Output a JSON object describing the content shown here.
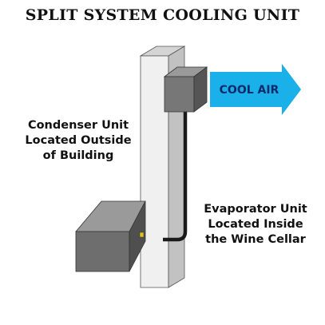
{
  "title": "SPLIT SYSTEM COOLING UNIT",
  "arrow": {
    "label": "COOL AIR",
    "color": "#1ab0ea"
  },
  "condenser_label": {
    "line1": "Condenser Unit",
    "line2": "Located Outside",
    "line3": "of Building"
  },
  "evaporator_label": {
    "line1": "Evaporator Unit",
    "line2": "Located Inside",
    "line3": "the Wine Cellar"
  },
  "colors": {
    "wall": "#e9e9e9",
    "unit": "#707070",
    "line": "#1a1a1a",
    "valve": "#e0c020"
  }
}
